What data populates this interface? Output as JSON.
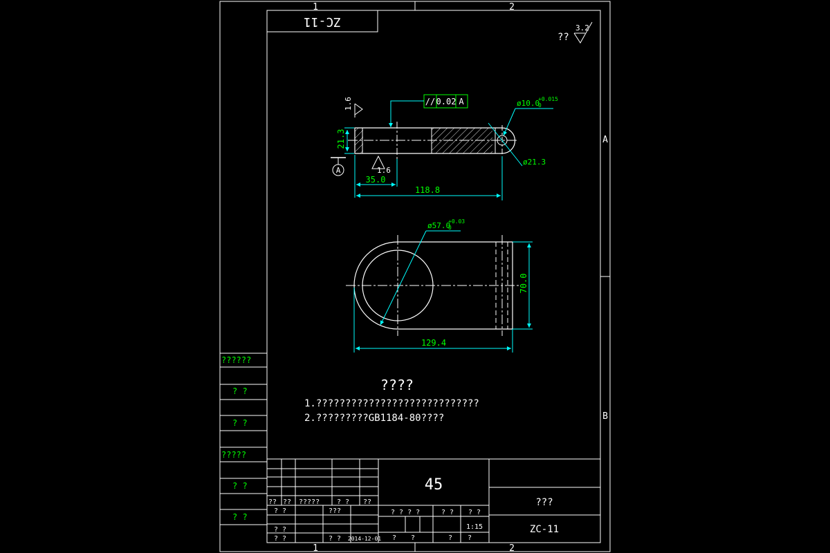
{
  "colors": {
    "background": "#000000",
    "frame": "#ffffff",
    "dimension": "#00ff00",
    "centerline": "#ffffff",
    "leader": "#00ffff"
  },
  "zones": {
    "top": [
      "1",
      "2"
    ],
    "bottom": [
      "1",
      "2"
    ],
    "right": [
      "A",
      "B"
    ]
  },
  "stamp": "ZC-11",
  "roughness": {
    "symbol": "??",
    "value": "3.2"
  },
  "front_view": {
    "roughness_side": "1.6",
    "roughness_bottom": "1.6",
    "datum": "A",
    "tolerance": {
      "symbol": "//",
      "value": "0.02",
      "datum": "A"
    },
    "hole": {
      "label": "ø10.0",
      "upper": "+0.015",
      "lower": "0"
    },
    "radius_label": "ø21.3",
    "dim_height": "21.3",
    "dim_short": "35.0",
    "dim_long": "118.8"
  },
  "top_view": {
    "bore": {
      "label": "ø57.0",
      "upper": "+0.03",
      "lower": "0"
    },
    "dim_width": "70.0",
    "dim_length": "129.4"
  },
  "notes": {
    "title": "????",
    "lines": [
      "1.????????????????????????????",
      "2.?????????GB1184-80????"
    ]
  },
  "left_panel": [
    "??????",
    "? ?",
    "? ?",
    "?????",
    "? ?",
    "? ?"
  ],
  "title_block": {
    "material": "45",
    "name": "???",
    "code": "ZC-11",
    "scale": "1:15",
    "date": "2014-12-01",
    "rev_headers": [
      "??",
      "??",
      "?????",
      "? ?",
      "??"
    ],
    "sign_rows": [
      [
        "? ?",
        "???"
      ],
      [
        "? ?"
      ],
      [
        "? ?",
        "? ?"
      ]
    ],
    "mid_headers": [
      "? ? ? ?",
      "? ?",
      "? ?"
    ],
    "bottom_cells": [
      "?",
      "?",
      "?",
      "?"
    ]
  }
}
